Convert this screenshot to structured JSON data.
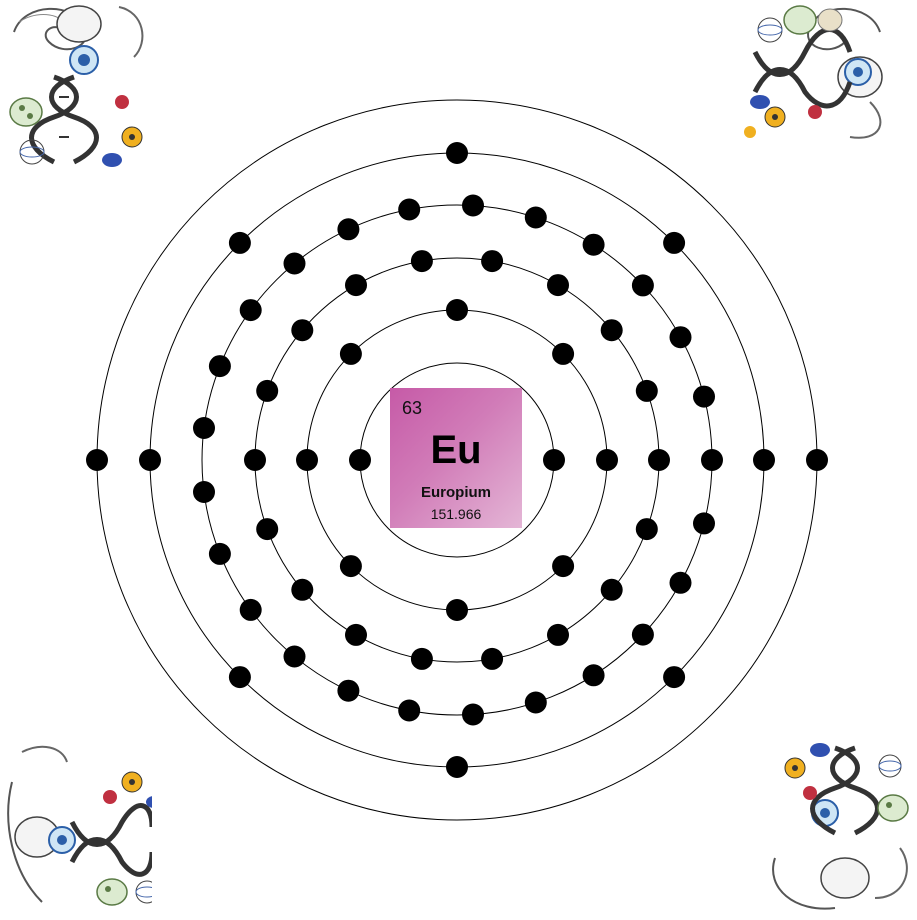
{
  "element": {
    "atomic_number": "63",
    "symbol": "Eu",
    "name": "Europium",
    "atomic_mass": "151.966"
  },
  "shells": [
    2,
    8,
    18,
    25,
    8,
    2
  ],
  "colors": {
    "tile_start": "#c65aa7",
    "tile_end": "#e4b6d6",
    "electron": "#000000",
    "orbit": "#000000"
  },
  "decorations": [
    {
      "name": "corner-illustration-top-left",
      "icons": [
        "face-swirl-icon",
        "dna-helix-icon",
        "cell-icon",
        "radiation-icon",
        "atom-icon",
        "molecule-icon"
      ]
    },
    {
      "name": "corner-illustration-top-right",
      "icons": [
        "face-swirl-icon",
        "dna-helix-icon",
        "cell-icon",
        "radiation-icon",
        "atom-icon",
        "molecule-icon"
      ]
    },
    {
      "name": "corner-illustration-bottom-left",
      "icons": [
        "face-swirl-icon",
        "dna-helix-icon",
        "cell-icon",
        "radiation-icon",
        "atom-icon",
        "molecule-icon"
      ]
    },
    {
      "name": "corner-illustration-bottom-right",
      "icons": [
        "face-swirl-icon",
        "dna-helix-icon",
        "cell-icon",
        "radiation-icon",
        "atom-icon",
        "molecule-icon"
      ]
    }
  ]
}
